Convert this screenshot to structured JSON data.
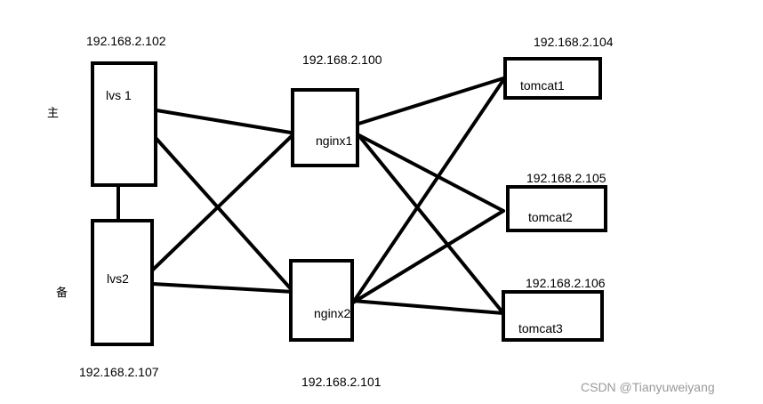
{
  "nodes": {
    "lvs1": {
      "label": "lvs 1",
      "ip": "192.168.2.102",
      "role": "主"
    },
    "lvs2": {
      "label": "lvs2",
      "ip": "192.168.2.107",
      "role": "备"
    },
    "nginx1": {
      "label": "nginx1",
      "ip": "192.168.2.100"
    },
    "nginx2": {
      "label": "nginx2",
      "ip": "192.168.2.101"
    },
    "tomcat1": {
      "label": "tomcat1",
      "ip": "192.168.2.104"
    },
    "tomcat2": {
      "label": "tomcat2",
      "ip": "192.168.2.105"
    },
    "tomcat3": {
      "label": "tomcat3",
      "ip": "192.168.2.106"
    }
  },
  "links": [
    [
      "lvs1",
      "lvs2"
    ],
    [
      "lvs1",
      "nginx1"
    ],
    [
      "lvs1",
      "nginx2"
    ],
    [
      "lvs2",
      "nginx1"
    ],
    [
      "lvs2",
      "nginx2"
    ],
    [
      "nginx1",
      "tomcat1"
    ],
    [
      "nginx1",
      "tomcat2"
    ],
    [
      "nginx1",
      "tomcat3"
    ],
    [
      "nginx2",
      "tomcat1"
    ],
    [
      "nginx2",
      "tomcat2"
    ],
    [
      "nginx2",
      "tomcat3"
    ]
  ],
  "watermark": "CSDN @Tianyuweiyang"
}
